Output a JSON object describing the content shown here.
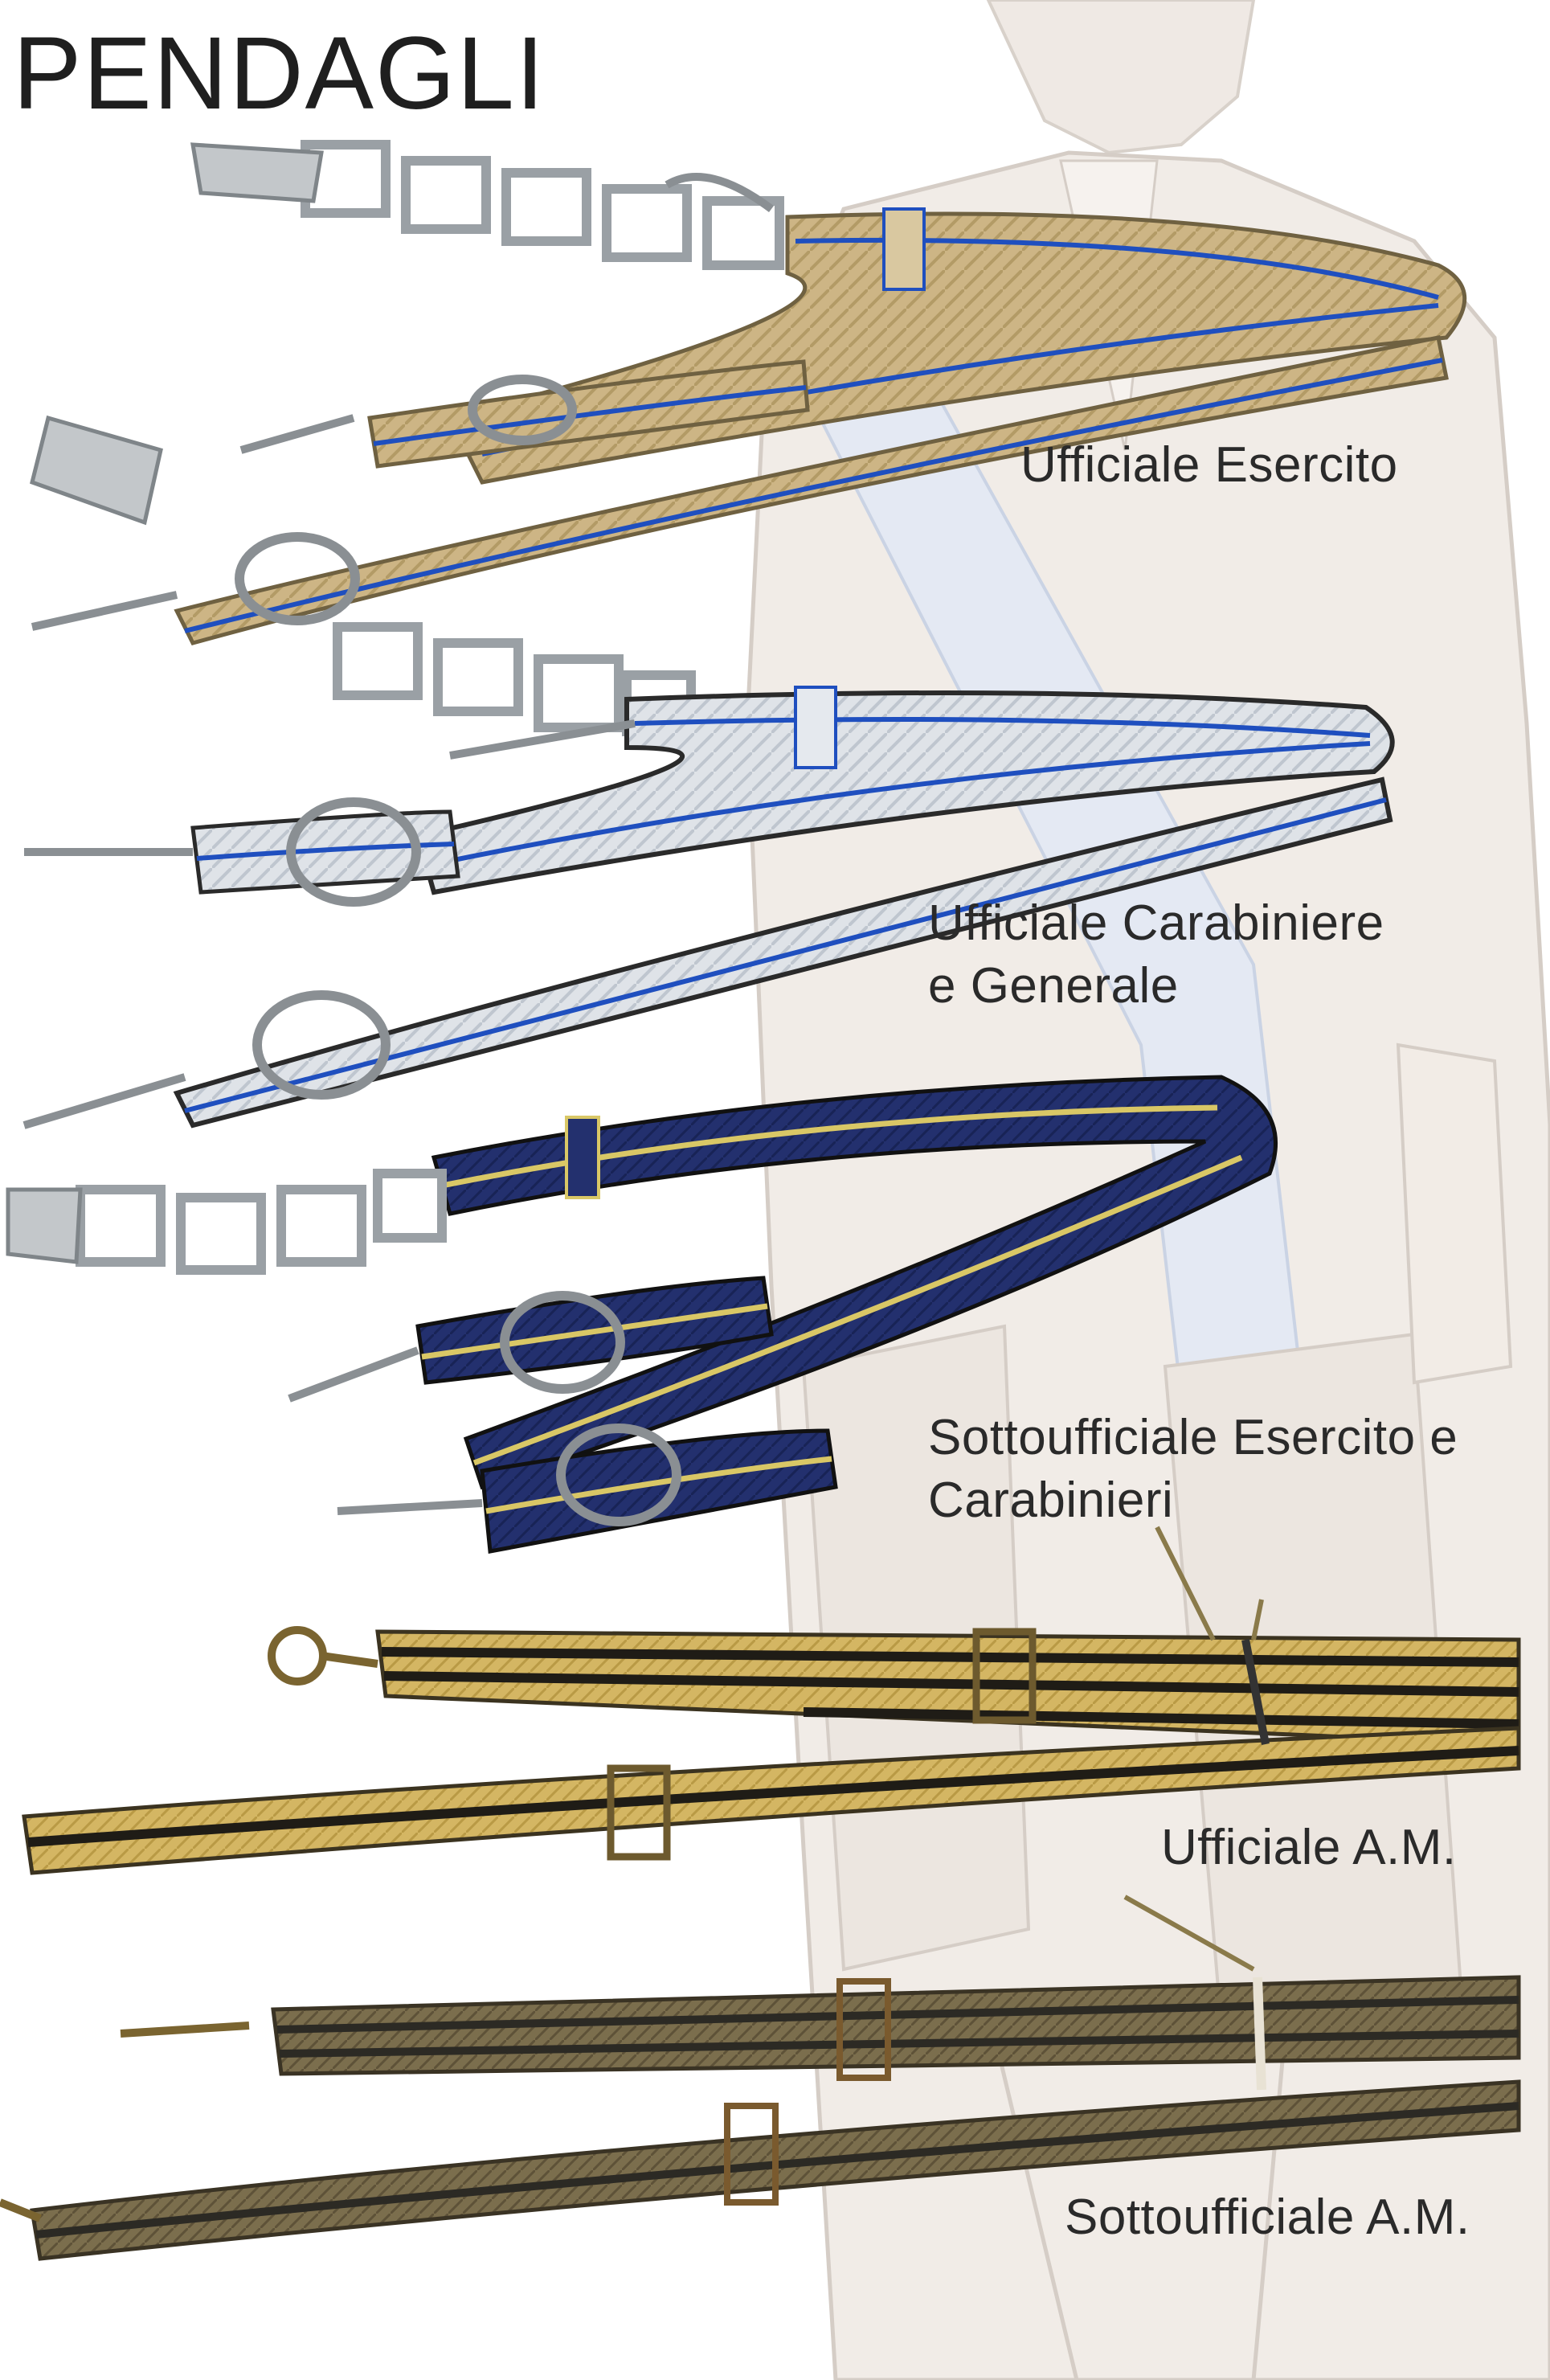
{
  "title": "PENDAGLI",
  "colors": {
    "background": "#ffffff",
    "illustration": "#d9cfc6",
    "illustration_shadow": "#c9bdb1",
    "sash": "#c8d2e6",
    "metal": "#bfc3c6",
    "gold": "#c9b27a",
    "silver": "#d8dde3",
    "blue_stripe": "#1f4fbf",
    "navy": "#1c2a66",
    "yellow": "#d9c766",
    "black": "#1a1a1a",
    "olive": "#6b5f42",
    "text": "#2a2a2a"
  },
  "items": [
    {
      "label": [
        "Ufficiale Esercito"
      ]
    },
    {
      "label": [
        "Ufficiale Carabiniere",
        "e Generale"
      ]
    },
    {
      "label": [
        "Sottoufficiale Esercito e",
        "Carabinieri"
      ]
    },
    {
      "label": [
        "Ufficiale  A.M."
      ]
    },
    {
      "label": [
        "Sottoufficiale A.M."
      ]
    }
  ]
}
